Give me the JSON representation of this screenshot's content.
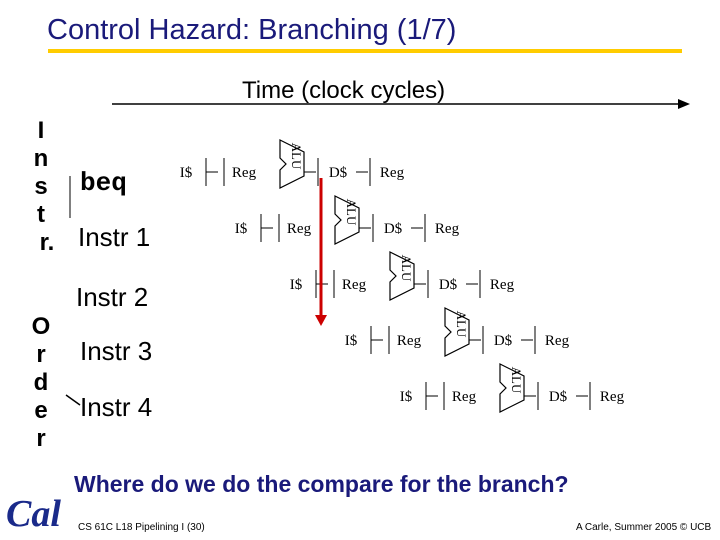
{
  "title": "Control Hazard: Branching (1/7)",
  "time_label": "Time (clock cycles)",
  "vertical_label": [
    "I",
    "n",
    "s",
    "t",
    "r.",
    "",
    "O",
    "r",
    "d",
    "e",
    "r"
  ],
  "instructions": [
    "beq",
    "Instr 1",
    "Instr 2",
    "Instr 3",
    "Instr 4"
  ],
  "stages": {
    "ifetch": "I$",
    "reg": "Reg",
    "alu": "ALU",
    "dmem": "D$",
    "writeback": "Reg"
  },
  "question": "Where do we do the compare for the branch?",
  "footer_left": "CS 61C L18 Pipelining I (30)",
  "footer_right": "A Carle, Summer 2005 © UCB",
  "logo_text": "Cal",
  "colors": {
    "title": "#1a1a7a",
    "underline": "#ffcc00",
    "branch_marker": "#cc0000",
    "logo": "#1a2a8a"
  }
}
